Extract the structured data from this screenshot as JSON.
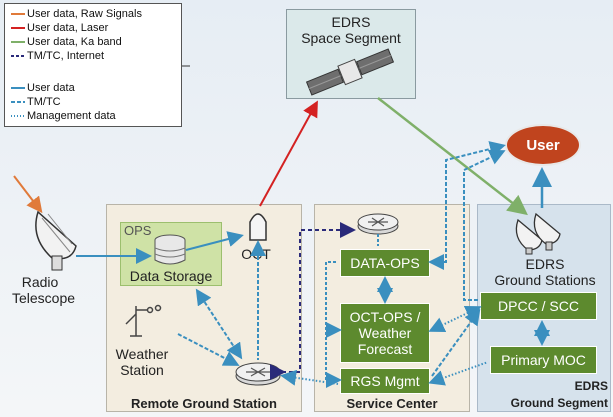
{
  "legend": {
    "items": [
      {
        "label": "User data, Raw Signals",
        "color": "#e07a3a",
        "style": "solid"
      },
      {
        "label": "User data, Laser",
        "color": "#d42222",
        "style": "solid"
      },
      {
        "label": "User data, Ka band",
        "color": "#7fb069",
        "style": "solid"
      },
      {
        "label": "TM/TC, Internet",
        "color": "#2a2a7a",
        "style": "dashed"
      },
      {
        "label": "User data",
        "color": "#3a8fbf",
        "style": "solid"
      },
      {
        "label": "TM/TC",
        "color": "#3a8fbf",
        "style": "dashed"
      },
      {
        "label": "Management data",
        "color": "#3a8fbf",
        "style": "dotted"
      }
    ]
  },
  "space_segment": {
    "line1": "EDRS",
    "line2": "Space Segment"
  },
  "user": {
    "label": "User"
  },
  "radio_telescope": {
    "line1": "Radio",
    "line2": "Telescope"
  },
  "remote_ground_station": {
    "title": "Remote Ground Station",
    "ops_label": "OPS",
    "data_storage": "Data Storage",
    "oct": "OCT",
    "weather_station_line1": "Weather",
    "weather_station_line2": "Station"
  },
  "service_center": {
    "title": "Service Center",
    "data_ops": "DATA-OPS",
    "oct_ops_line1": "OCT-OPS /",
    "oct_ops_line2": "Weather",
    "oct_ops_line3": "Forecast",
    "rgs_mgmt": "RGS Mgmt"
  },
  "edrs_ground": {
    "stations_line1": "EDRS",
    "stations_line2": "Ground Stations",
    "dpcc": "DPCC / SCC",
    "primary_moc": "Primary MOC",
    "segment_line1": "EDRS",
    "segment_line2": "Ground Segment"
  }
}
